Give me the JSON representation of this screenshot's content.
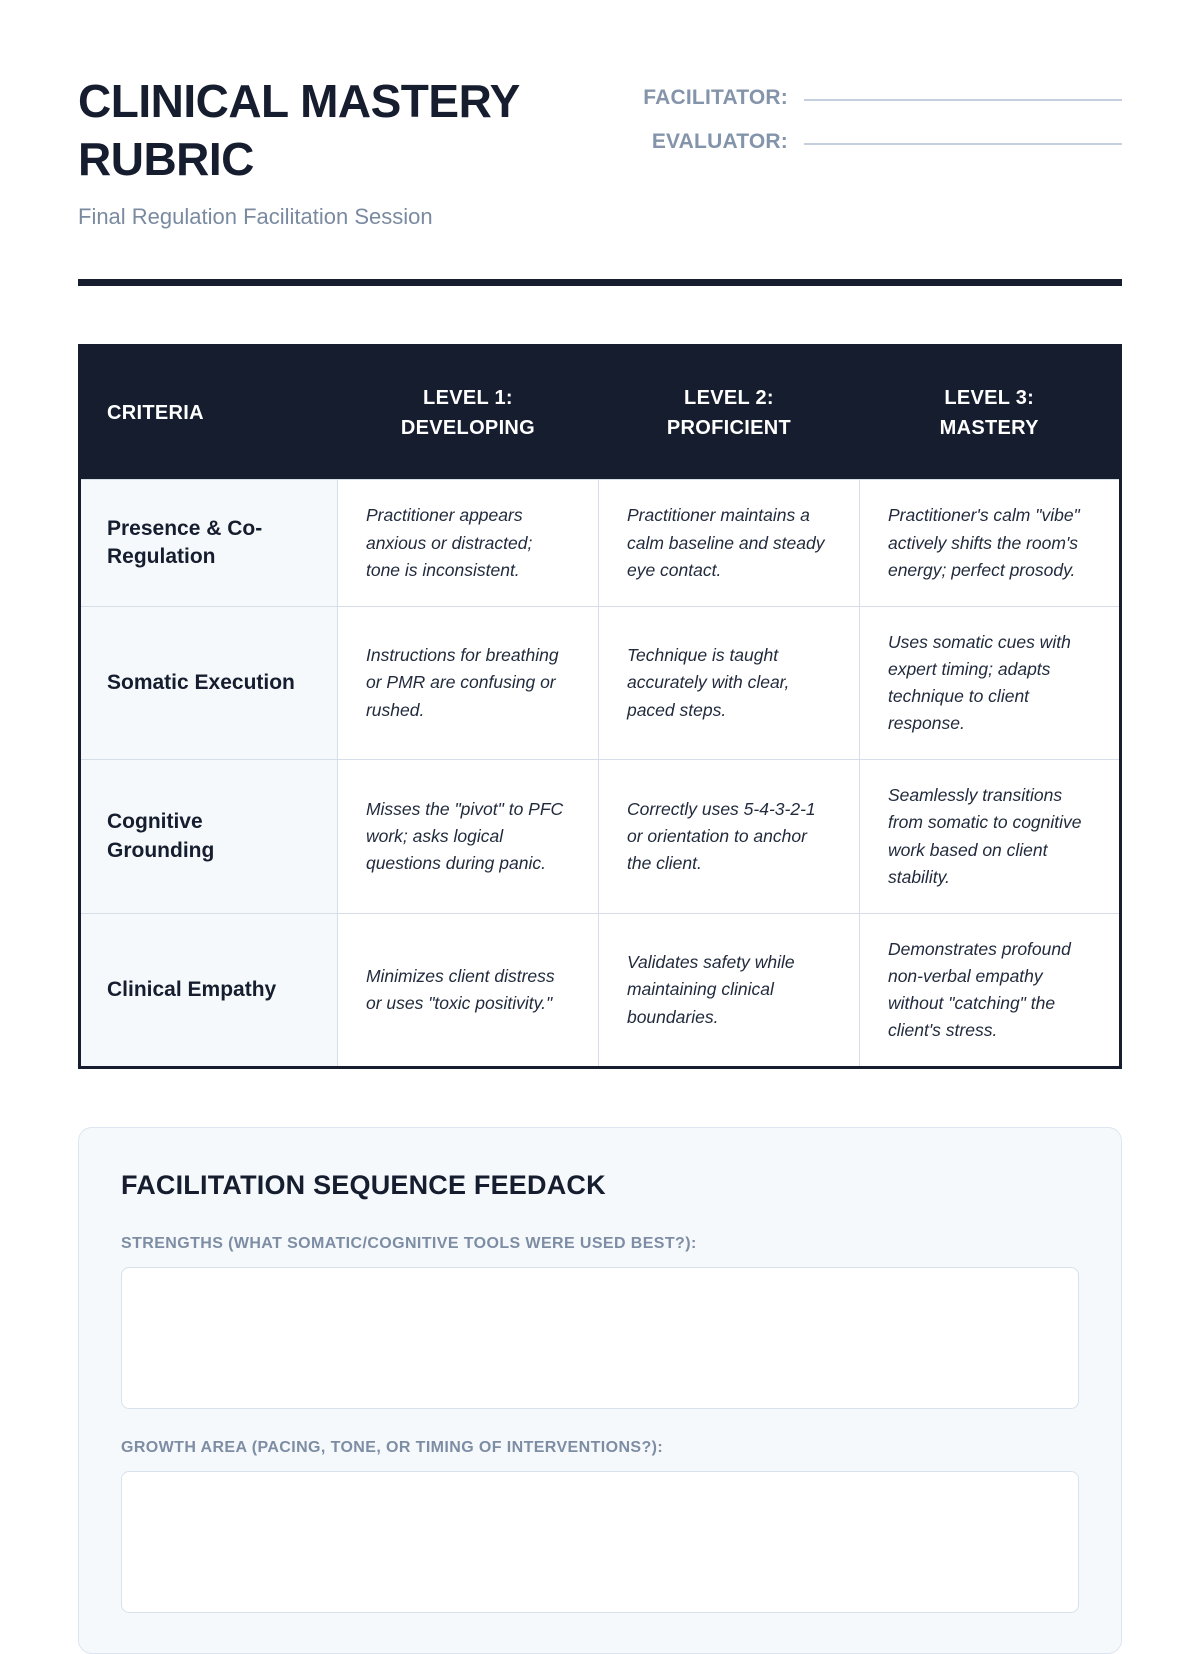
{
  "header": {
    "title": "CLINICAL MASTERY RUBRIC",
    "subtitle": "Final Regulation Facilitation Session",
    "meta": [
      {
        "label": "FACILITATOR:",
        "value": ""
      },
      {
        "label": "EVALUATOR:",
        "value": ""
      }
    ]
  },
  "rubric": {
    "columns": [
      "CRITERIA",
      "LEVEL 1: DEVELOPING",
      "LEVEL 2: PROFICIENT",
      "LEVEL 3: MASTERY"
    ],
    "column_lines": [
      [
        "CRITERIA"
      ],
      [
        "LEVEL 1:",
        "DEVELOPING"
      ],
      [
        "LEVEL 2:",
        "PROFICIENT"
      ],
      [
        "LEVEL 3:",
        "MASTERY"
      ]
    ],
    "rows": [
      {
        "criteria": "Presence & Co-Regulation",
        "level1": "Practitioner appears anxious or distracted; tone is inconsistent.",
        "level2": "Practitioner maintains a calm baseline and steady eye contact.",
        "level3": "Practitioner's calm \"vibe\" actively shifts the room's energy; perfect prosody."
      },
      {
        "criteria": "Somatic Execution",
        "level1": "Instructions for breathing or PMR are confusing or rushed.",
        "level2": "Technique is taught accurately with clear, paced steps.",
        "level3": "Uses somatic cues with expert timing; adapts technique to client response."
      },
      {
        "criteria": "Cognitive Grounding",
        "level1": "Misses the \"pivot\" to PFC work; asks logical questions during panic.",
        "level2": "Correctly uses 5-4-3-2-1 or orientation to anchor the client.",
        "level3": "Seamlessly transitions from somatic to cognitive work based on client stability."
      },
      {
        "criteria": "Clinical Empathy",
        "level1": "Minimizes client distress or uses \"toxic positivity.\"",
        "level2": "Validates safety while maintaining clinical boundaries.",
        "level3": "Demonstrates profound non-verbal empathy without \"catching\" the client's stress."
      }
    ]
  },
  "feedback": {
    "title": "FACILITATION SEQUENCE FEEDACK",
    "fields": [
      {
        "label": "STRENGTHS (WHAT SOMATIC/COGNITIVE TOOLS WERE USED BEST?):",
        "value": ""
      },
      {
        "label": "GROWTH AREA (PACING, TONE, OR TIMING OF INTERVENTIONS?):",
        "value": ""
      }
    ]
  },
  "colors": {
    "ink": "#151d2e",
    "muted": "#7a8aa0",
    "rule": "#151d2e",
    "border": "#d6dfe9",
    "panel": "#f6f9fc",
    "white": "#ffffff"
  }
}
